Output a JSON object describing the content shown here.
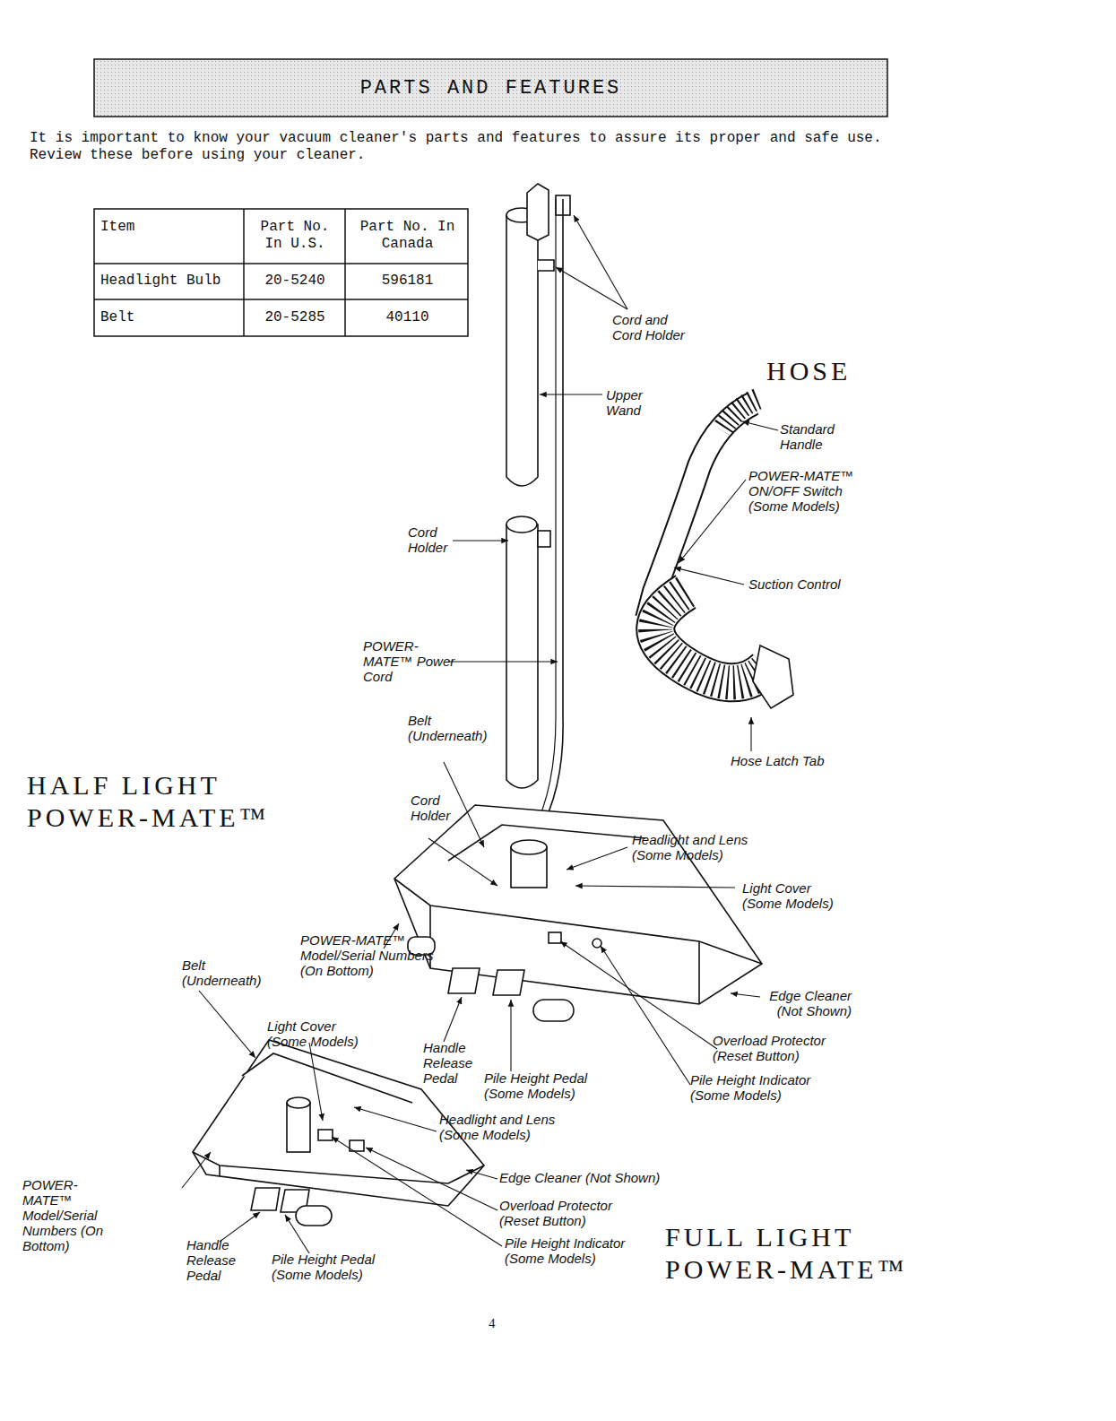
{
  "diagram": {
    "title": "PARTS AND FEATURES",
    "labels": [
      "It is important to know your vacuum cleaner's parts and features to assure its proper and safe use. Review these before using your cleaner.",
      "Item",
      "Part No. In U.S.",
      "Part No. In Canada",
      "Headlight Bulb",
      "20-5240",
      "596181",
      "Belt",
      "20-5285",
      "40110",
      "Cord and Cord Holder",
      "HOSE",
      "Upper Wand",
      "Standard Handle",
      "POWER-MATE™ ON/OFF Switch (Some Models)",
      "Cord Holder",
      "Suction Control",
      "POWER-MATE™ Power Cord",
      "Belt (Underneath)",
      "Hose Latch Tab",
      "HALF LIGHT POWER-MATE™",
      "Cord Holder",
      "Headlight and Lens (Some Models)",
      "Light Cover (Some Models)",
      "POWER-MATE™ Model/Serial Numbers (On Bottom)",
      "Belt (Underneath)",
      "Edge Cleaner (Not Shown)",
      "Light Cover (Some Models)",
      "Overload Protector (Reset Button)",
      "Handle Release Pedal",
      "Pile Height Pedal (Some Models)",
      "Pile Height Indicator (Some Models)",
      "Headlight and Lens (Some Models)",
      "Edge Cleaner (Not Shown)",
      "POWER-MATE™ Model/Serial Numbers (On Bottom)",
      "Overload Protector (Reset Button)",
      "FULL LIGHT POWER-MATE™",
      "Handle Release Pedal",
      "Pile Height Pedal (Some Models)",
      "Pile Height Indicator (Some Models)",
      "4"
    ]
  }
}
